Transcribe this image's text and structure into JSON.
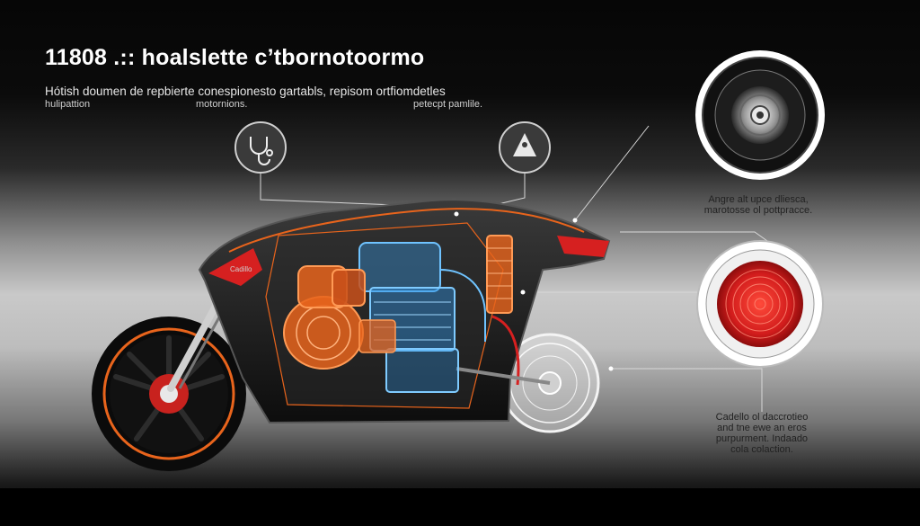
{
  "header": {
    "title": "11808 .:: hoalslette c’tbornotoormo",
    "subtitle": "Hótish doumen de repbierte conespionesto gartabls, repisom ortfiomdetles",
    "sub_left": "hulipattion",
    "sub_mid": "motornions.",
    "sub_right": "petecpt pamlile."
  },
  "callouts": {
    "upper_right": [
      "Angre alt upce dliesca,",
      "marotosse ol pottpracce."
    ],
    "lower_right": [
      "Cadello ol daccrotieo",
      "and tne ewe an eros",
      "purpurment. Indaado",
      "cola colaction."
    ]
  },
  "icons": {
    "left_circle": "stethoscope-icon",
    "mid_circle": "triangle-warning-icon",
    "top_detail": "wheel-hub-icon",
    "bottom_detail": "red-rotor-icon"
  },
  "brand_badge": "Cadillo",
  "colors": {
    "accent_orange": "#e8641c",
    "engine_blue": "#3aa8ff",
    "accent_red": "#d62020",
    "body_dark": "#151515"
  }
}
